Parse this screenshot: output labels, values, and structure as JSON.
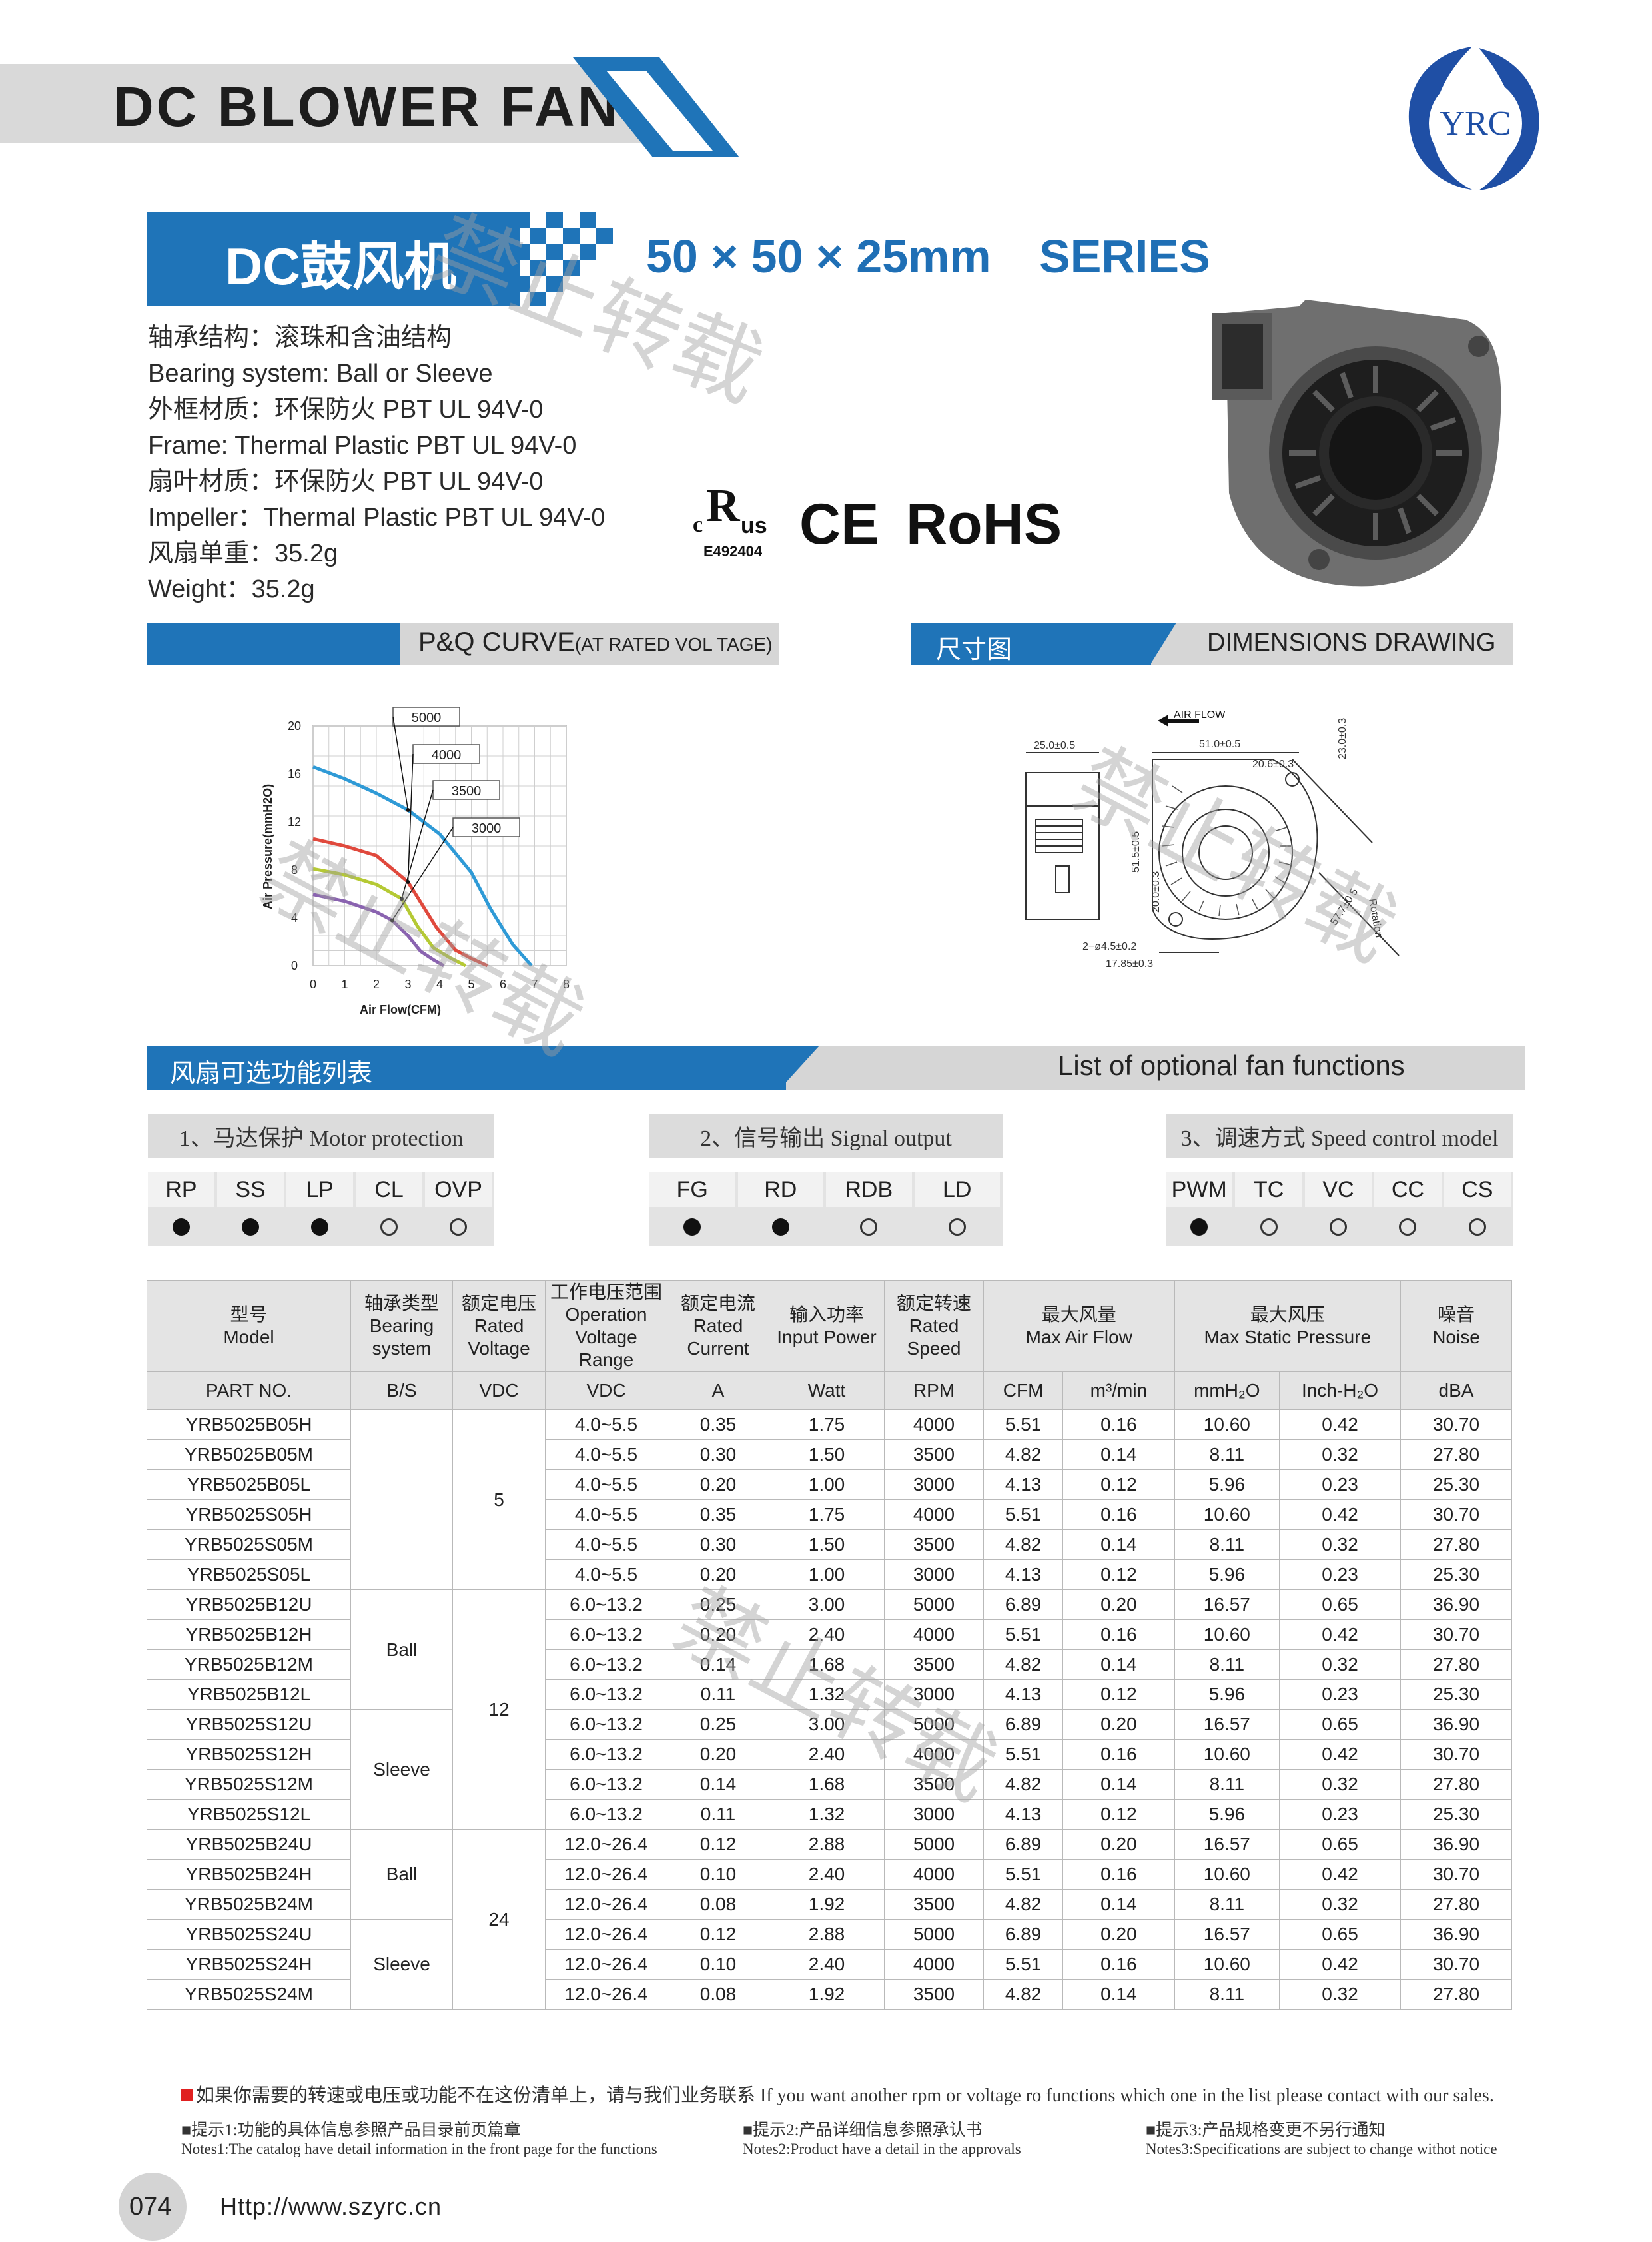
{
  "header": {
    "title": "DC  BLOWER FAN",
    "logo_text": "YRC"
  },
  "series": {
    "cn_label": "DC鼓风机",
    "dimension": "50 × 50 × 25mm",
    "word": "SERIES"
  },
  "specs": [
    "轴承结构：滚珠和含油结构",
    "Bearing system:  Ball or Sleeve",
    "外框材质：环保防火 PBT UL 94V-0",
    "Frame: Thermal Plastic PBT UL 94V-0",
    "扇叶材质：环保防火 PBT UL 94V-0",
    "Impeller：Thermal Plastic PBT UL 94V-0",
    "风扇单重：35.2g",
    "Weight：35.2g"
  ],
  "certs": {
    "ul_file": "E492404",
    "ce": "CE",
    "rohs": "RoHS",
    "ul_c": "c",
    "ul_us": "us"
  },
  "pq_section": {
    "title": "P&Q CURVE",
    "subtitle": "(AT RATED VOL TAGE)"
  },
  "dim_section": {
    "cn": "尺寸图",
    "en": "DIMENSIONS  DRAWING"
  },
  "chart_data": {
    "type": "line",
    "title": "",
    "xlabel": "Air Flow(CFM)",
    "ylabel": "Air Pressure(mmH2O)",
    "xlim": [
      0,
      8
    ],
    "ylim": [
      0,
      20
    ],
    "x_ticks": [
      0,
      1,
      2,
      3,
      4,
      5,
      6,
      7,
      8
    ],
    "y_ticks": [
      0,
      4,
      8,
      12,
      16,
      20
    ],
    "grid": true,
    "series": [
      {
        "name": "5000",
        "color": "#2f9ad6",
        "x": [
          0,
          1,
          2,
          3,
          4,
          5,
          5.6,
          6.3,
          6.9
        ],
        "y": [
          16.6,
          15.6,
          14.4,
          13.0,
          11.0,
          7.8,
          4.8,
          1.8,
          0
        ]
      },
      {
        "name": "4000",
        "color": "#e0493d",
        "x": [
          0,
          1,
          2,
          3,
          3.9,
          4.5,
          5.0,
          5.51
        ],
        "y": [
          10.6,
          10.0,
          9.2,
          7.0,
          3.2,
          1.3,
          0.6,
          0
        ]
      },
      {
        "name": "3500",
        "color": "#b5c934",
        "x": [
          0,
          1,
          2,
          2.8,
          3.3,
          3.8,
          4.3,
          4.82
        ],
        "y": [
          8.1,
          7.6,
          6.8,
          5.6,
          3.3,
          1.5,
          0.7,
          0
        ]
      },
      {
        "name": "3000",
        "color": "#8a63b0",
        "x": [
          0,
          1,
          2,
          2.5,
          3.0,
          3.4,
          3.8,
          4.13
        ],
        "y": [
          5.96,
          5.4,
          4.5,
          3.8,
          2.5,
          1.2,
          0.5,
          0
        ]
      }
    ]
  },
  "dimensions": {
    "air_flow": "AIR FLOW",
    "rotation": "Rotation",
    "labels": [
      "25.0±0.5",
      "51.0±0.5",
      "20.6±0.3",
      "23.0±0.3",
      "51.5±0.5",
      "20.0±0.3",
      "57.7±0.5",
      "2−ø4.5±0.2",
      "17.85±0.3"
    ]
  },
  "options_section": {
    "cn": "风扇可选功能列表",
    "en": "List of optional fan functions"
  },
  "option_groups": [
    {
      "title": "1、马达保护 Motor protection",
      "items": [
        {
          "code": "RP",
          "on": true
        },
        {
          "code": "SS",
          "on": true
        },
        {
          "code": "LP",
          "on": true
        },
        {
          "code": "CL",
          "on": false
        },
        {
          "code": "OVP",
          "on": false
        }
      ]
    },
    {
      "title": "2、信号输出 Signal output",
      "items": [
        {
          "code": "FG",
          "on": true
        },
        {
          "code": "RD",
          "on": true
        },
        {
          "code": "RDB",
          "on": false
        },
        {
          "code": "LD",
          "on": false
        }
      ]
    },
    {
      "title": "3、调速方式 Speed control model",
      "items": [
        {
          "code": "PWM",
          "on": true
        },
        {
          "code": "TC",
          "on": false
        },
        {
          "code": "VC",
          "on": false
        },
        {
          "code": "CC",
          "on": false
        },
        {
          "code": "CS",
          "on": false
        }
      ]
    }
  ],
  "table": {
    "headers": [
      [
        "型号",
        "Model"
      ],
      [
        "轴承类型",
        "Bearing",
        "system"
      ],
      [
        "额定电压",
        "Rated",
        "Voltage"
      ],
      [
        "工作电压范围",
        "Operation",
        "Voltage Range"
      ],
      [
        "额定电流",
        "Rated",
        "Current"
      ],
      [
        "输入功率",
        "Input Power"
      ],
      [
        "额定转速",
        "Rated",
        "Speed"
      ],
      [
        "最大风量",
        "Max Air Flow"
      ],
      [
        "最大风压",
        "Max Static Pressure"
      ],
      [
        "噪音",
        "Noise"
      ]
    ],
    "units": [
      "PART NO.",
      "B/S",
      "VDC",
      "VDC",
      "A",
      "Watt",
      "RPM",
      "CFM",
      "m³/min",
      "mmH₂O",
      "Inch-H₂O",
      "dBA"
    ],
    "bearing_groups": [
      {
        "label": "",
        "rows": 6
      },
      {
        "label": "Ball",
        "rows": 4
      },
      {
        "label": "Sleeve",
        "rows": 4
      },
      {
        "label": "Ball",
        "rows": 3
      },
      {
        "label": "Sleeve",
        "rows": 3
      }
    ],
    "voltage_groups": [
      {
        "label": "5",
        "rows": 6
      },
      {
        "label": "12",
        "rows": 8
      },
      {
        "label": "24",
        "rows": 6
      }
    ],
    "rows": [
      [
        "YRB5025B05H",
        "4.0~5.5",
        "0.35",
        "1.75",
        "4000",
        "5.51",
        "0.16",
        "10.60",
        "0.42",
        "30.70"
      ],
      [
        "YRB5025B05M",
        "4.0~5.5",
        "0.30",
        "1.50",
        "3500",
        "4.82",
        "0.14",
        "8.11",
        "0.32",
        "27.80"
      ],
      [
        "YRB5025B05L",
        "4.0~5.5",
        "0.20",
        "1.00",
        "3000",
        "4.13",
        "0.12",
        "5.96",
        "0.23",
        "25.30"
      ],
      [
        "YRB5025S05H",
        "4.0~5.5",
        "0.35",
        "1.75",
        "4000",
        "5.51",
        "0.16",
        "10.60",
        "0.42",
        "30.70"
      ],
      [
        "YRB5025S05M",
        "4.0~5.5",
        "0.30",
        "1.50",
        "3500",
        "4.82",
        "0.14",
        "8.11",
        "0.32",
        "27.80"
      ],
      [
        "YRB5025S05L",
        "4.0~5.5",
        "0.20",
        "1.00",
        "3000",
        "4.13",
        "0.12",
        "5.96",
        "0.23",
        "25.30"
      ],
      [
        "YRB5025B12U",
        "6.0~13.2",
        "0.25",
        "3.00",
        "5000",
        "6.89",
        "0.20",
        "16.57",
        "0.65",
        "36.90"
      ],
      [
        "YRB5025B12H",
        "6.0~13.2",
        "0.20",
        "2.40",
        "4000",
        "5.51",
        "0.16",
        "10.60",
        "0.42",
        "30.70"
      ],
      [
        "YRB5025B12M",
        "6.0~13.2",
        "0.14",
        "1.68",
        "3500",
        "4.82",
        "0.14",
        "8.11",
        "0.32",
        "27.80"
      ],
      [
        "YRB5025B12L",
        "6.0~13.2",
        "0.11",
        "1.32",
        "3000",
        "4.13",
        "0.12",
        "5.96",
        "0.23",
        "25.30"
      ],
      [
        "YRB5025S12U",
        "6.0~13.2",
        "0.25",
        "3.00",
        "5000",
        "6.89",
        "0.20",
        "16.57",
        "0.65",
        "36.90"
      ],
      [
        "YRB5025S12H",
        "6.0~13.2",
        "0.20",
        "2.40",
        "4000",
        "5.51",
        "0.16",
        "10.60",
        "0.42",
        "30.70"
      ],
      [
        "YRB5025S12M",
        "6.0~13.2",
        "0.14",
        "1.68",
        "3500",
        "4.82",
        "0.14",
        "8.11",
        "0.32",
        "27.80"
      ],
      [
        "YRB5025S12L",
        "6.0~13.2",
        "0.11",
        "1.32",
        "3000",
        "4.13",
        "0.12",
        "5.96",
        "0.23",
        "25.30"
      ],
      [
        "YRB5025B24U",
        "12.0~26.4",
        "0.12",
        "2.88",
        "5000",
        "6.89",
        "0.20",
        "16.57",
        "0.65",
        "36.90"
      ],
      [
        "YRB5025B24H",
        "12.0~26.4",
        "0.10",
        "2.40",
        "4000",
        "5.51",
        "0.16",
        "10.60",
        "0.42",
        "30.70"
      ],
      [
        "YRB5025B24M",
        "12.0~26.4",
        "0.08",
        "1.92",
        "3500",
        "4.82",
        "0.14",
        "8.11",
        "0.32",
        "27.80"
      ],
      [
        "YRB5025S24U",
        "12.0~26.4",
        "0.12",
        "2.88",
        "5000",
        "6.89",
        "0.20",
        "16.57",
        "0.65",
        "36.90"
      ],
      [
        "YRB5025S24H",
        "12.0~26.4",
        "0.10",
        "2.40",
        "4000",
        "5.51",
        "0.16",
        "10.60",
        "0.42",
        "30.70"
      ],
      [
        "YRB5025S24M",
        "12.0~26.4",
        "0.08",
        "1.92",
        "3500",
        "4.82",
        "0.14",
        "8.11",
        "0.32",
        "27.80"
      ]
    ]
  },
  "notes": {
    "contact": "如果你需要的转速或电压或功能不在这份清单上，请与我们业务联系 If you want another rpm or voltage ro functions which one in the list please contact with our sales.",
    "tip1_cn": "■提示1:功能的具体信息参照产品目录前页篇章",
    "tip1_en": "Notes1:The catalog have detail information in the front page for the functions",
    "tip2_cn": "■提示2:产品详细信息参照承认书",
    "tip2_en": "Notes2:Product have a detail in the approvals",
    "tip3_cn": "■提示3:产品规格变更不另行通知",
    "tip3_en": "Notes3:Specifications are subject to change withot notice"
  },
  "footer": {
    "page": "074",
    "url": "Http://www.szyrc.cn"
  },
  "watermark": "禁止转载",
  "colors": {
    "brand_blue": "#1f74b8",
    "header_grey": "#d9d9d9"
  }
}
